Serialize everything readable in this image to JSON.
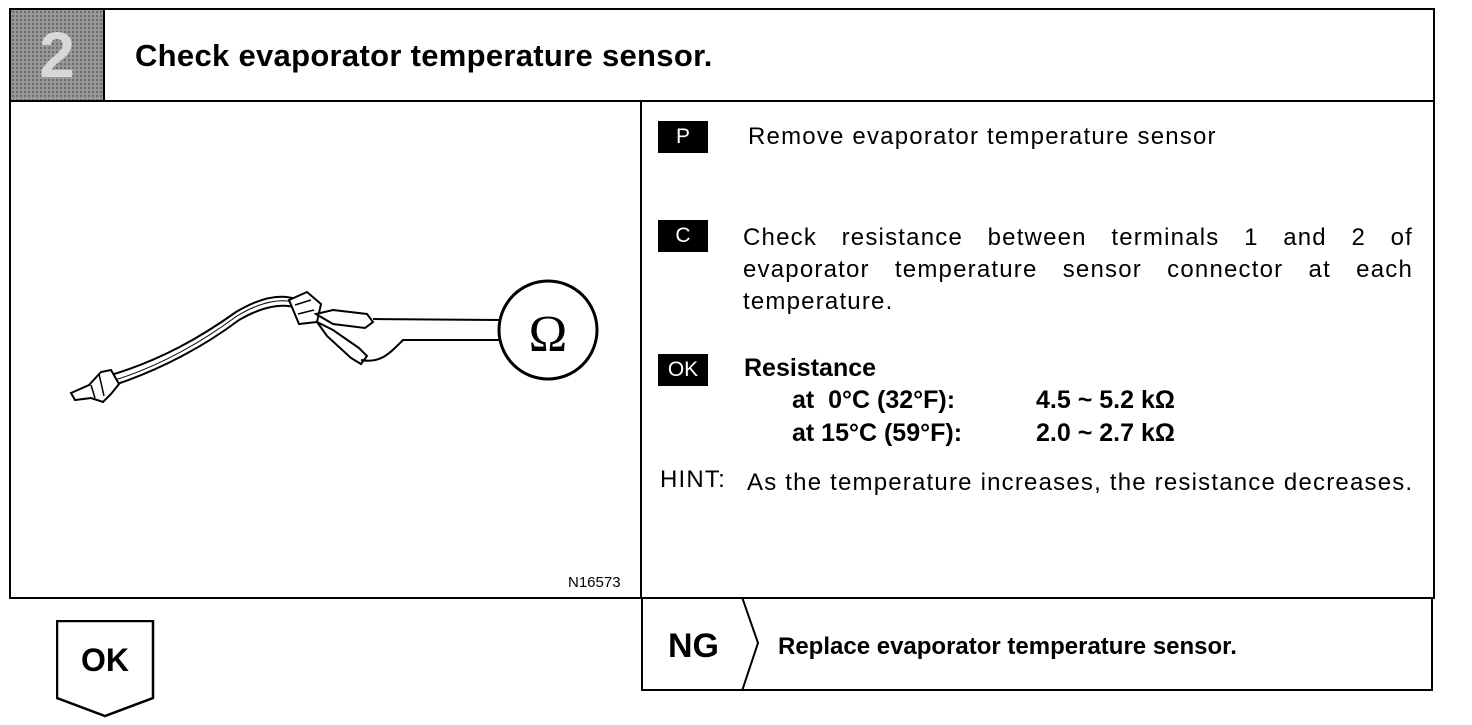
{
  "header": {
    "step_number": "2",
    "title": "Check evaporator temperature sensor."
  },
  "illustration": {
    "figure_code": "N16573",
    "meter_symbol": "Ω"
  },
  "instructions": {
    "p_tag": "P",
    "p_text": "Remove evaporator temperature sensor",
    "c_tag": "C",
    "c_text": "Check resistance between terminals 1 and 2 of evaporator temperature sensor connector at each temperature.",
    "ok_tag": "OK",
    "ok_heading": "Resistance",
    "spec_rows": [
      {
        "condition": "at  0°C (32°F):",
        "value": "4.5 ~ 5.2 kΩ"
      },
      {
        "condition": "at 15°C (59°F):",
        "value": "2.0 ~ 2.7 kΩ"
      }
    ],
    "hint_label": "HINT:",
    "hint_text": "As the temperature increases, the resistance decreases."
  },
  "results": {
    "ok_label": "OK",
    "ng_label": "NG",
    "ng_action": "Replace evaporator temperature sensor."
  }
}
